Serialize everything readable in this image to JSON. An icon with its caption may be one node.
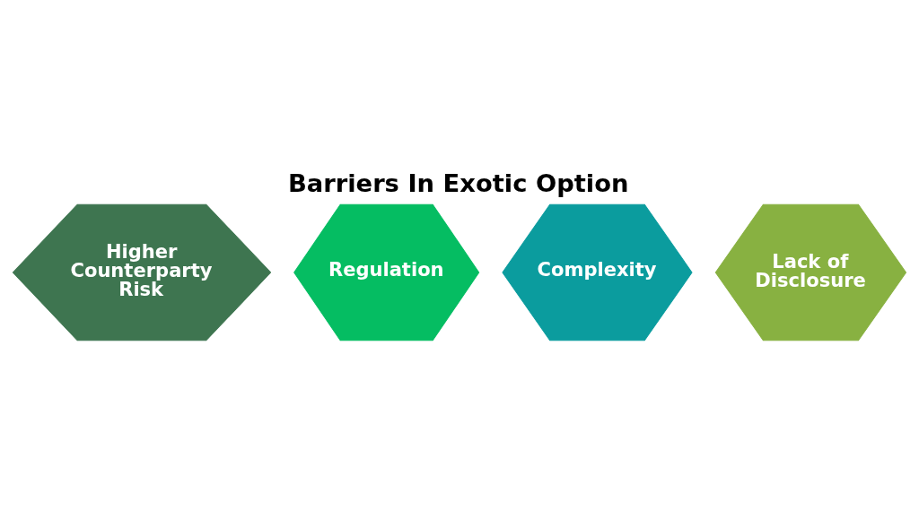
{
  "diagram": {
    "title": "Barriers In Exotic Option",
    "nodes": [
      {
        "text": [
          "Higher Counterparty Risk"
        ]
      },
      {
        "text": [
          "Regulation"
        ]
      },
      {
        "text": [
          "Complexity"
        ]
      },
      {
        "text": [
          "Lack of Disclosure"
        ]
      }
    ],
    "edges": []
  }
}
